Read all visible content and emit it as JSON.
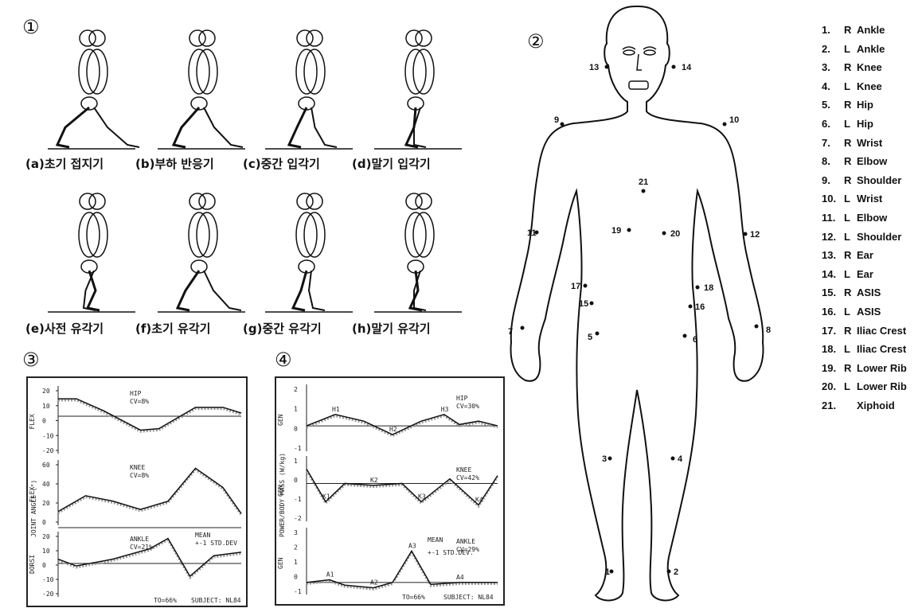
{
  "panels": {
    "gait": {
      "number": "①"
    },
    "body": {
      "number": "②"
    },
    "angle": {
      "number": "③"
    },
    "power": {
      "number": "④"
    }
  },
  "gait_phases": [
    "(a)초기 접지기",
    "(b)부하 반응기",
    "(c)중간 입각기",
    "(d)말기 입각기",
    "(e)사전 유각기",
    "(f)초기 유각기",
    "(g)중간 유각기",
    "(h)말기 유각기"
  ],
  "joint_angle_chart": {
    "ylabel": "JOINT ANGLE (°)",
    "plots": [
      {
        "axis": "FLEX",
        "title": "HIP",
        "cv": "CV=8%",
        "ticks": [
          "20",
          "10",
          "0",
          "-10",
          "-20"
        ]
      },
      {
        "axis": "FLEX",
        "title": "KNEE",
        "cv": "CV=8%",
        "ticks": [
          "60",
          "40",
          "20",
          "0"
        ]
      },
      {
        "axis": "DORSI",
        "title": "ANKLE",
        "cv": "CV=21%",
        "ticks": [
          "20",
          "10",
          "0",
          "-10",
          "-20"
        ]
      }
    ],
    "legend": [
      "MEAN",
      "+-1 STD.DEV"
    ],
    "footer_left": "TO=66%",
    "footer_right": "SUBJECT: NL84"
  },
  "power_chart": {
    "ylabel": "POWER/BODY MASS (W/kg)",
    "plots": [
      {
        "axis": "GEN",
        "title": "HIP",
        "cv": "CV=30%",
        "ticks": [
          "2",
          "1",
          "0",
          "-1"
        ],
        "peaks": [
          "H1",
          "H2",
          "H3"
        ]
      },
      {
        "axis": "GEN",
        "title": "KNEE",
        "cv": "CV=42%",
        "ticks": [
          "1",
          "0",
          "-1",
          "-2"
        ],
        "peaks": [
          "K1",
          "K2",
          "K3",
          "K4"
        ]
      },
      {
        "axis": "GEN",
        "title": "ANKLE",
        "cv": "CV=29%",
        "ticks": [
          "3",
          "2",
          "1",
          "0",
          "-1"
        ],
        "peaks": [
          "A1",
          "A2",
          "A3",
          "A4"
        ]
      }
    ],
    "legend": [
      "MEAN",
      "+-1 STD.DEV."
    ],
    "footer_left": "TO=66%",
    "footer_right": "SUBJECT: NL84"
  },
  "landmarks": [
    {
      "num": "1.",
      "side": "R",
      "name": "Ankle"
    },
    {
      "num": "2.",
      "side": "L",
      "name": "Ankle"
    },
    {
      "num": "3.",
      "side": "R",
      "name": "Knee"
    },
    {
      "num": "4.",
      "side": "L",
      "name": "Knee"
    },
    {
      "num": "5.",
      "side": "R",
      "name": "Hip"
    },
    {
      "num": "6.",
      "side": "L",
      "name": "Hip"
    },
    {
      "num": "7.",
      "side": "R",
      "name": "Wrist"
    },
    {
      "num": "8.",
      "side": "R",
      "name": "Elbow"
    },
    {
      "num": "9.",
      "side": "R",
      "name": "Shoulder"
    },
    {
      "num": "10.",
      "side": "L",
      "name": "Wrist"
    },
    {
      "num": "11.",
      "side": "L",
      "name": "Elbow"
    },
    {
      "num": "12.",
      "side": "L",
      "name": "Shoulder"
    },
    {
      "num": "13.",
      "side": "R",
      "name": "Ear"
    },
    {
      "num": "14.",
      "side": "L",
      "name": "Ear"
    },
    {
      "num": "15.",
      "side": "R",
      "name": "ASIS"
    },
    {
      "num": "16.",
      "side": "L",
      "name": "ASIS"
    },
    {
      "num": "17.",
      "side": "R",
      "name": "Iliac Crest"
    },
    {
      "num": "18.",
      "side": "L",
      "name": "Iliac Crest"
    },
    {
      "num": "19.",
      "side": "R",
      "name": "Lower Rib"
    },
    {
      "num": "20.",
      "side": "L",
      "name": "Lower Rib"
    },
    {
      "num": "21.",
      "side": "",
      "name": "Xiphoid"
    }
  ],
  "body_points": [
    "1",
    "2",
    "3",
    "4",
    "5",
    "6",
    "7",
    "8",
    "9",
    "10",
    "11",
    "12",
    "13",
    "14",
    "15",
    "16",
    "17",
    "18",
    "19",
    "20",
    "21"
  ]
}
